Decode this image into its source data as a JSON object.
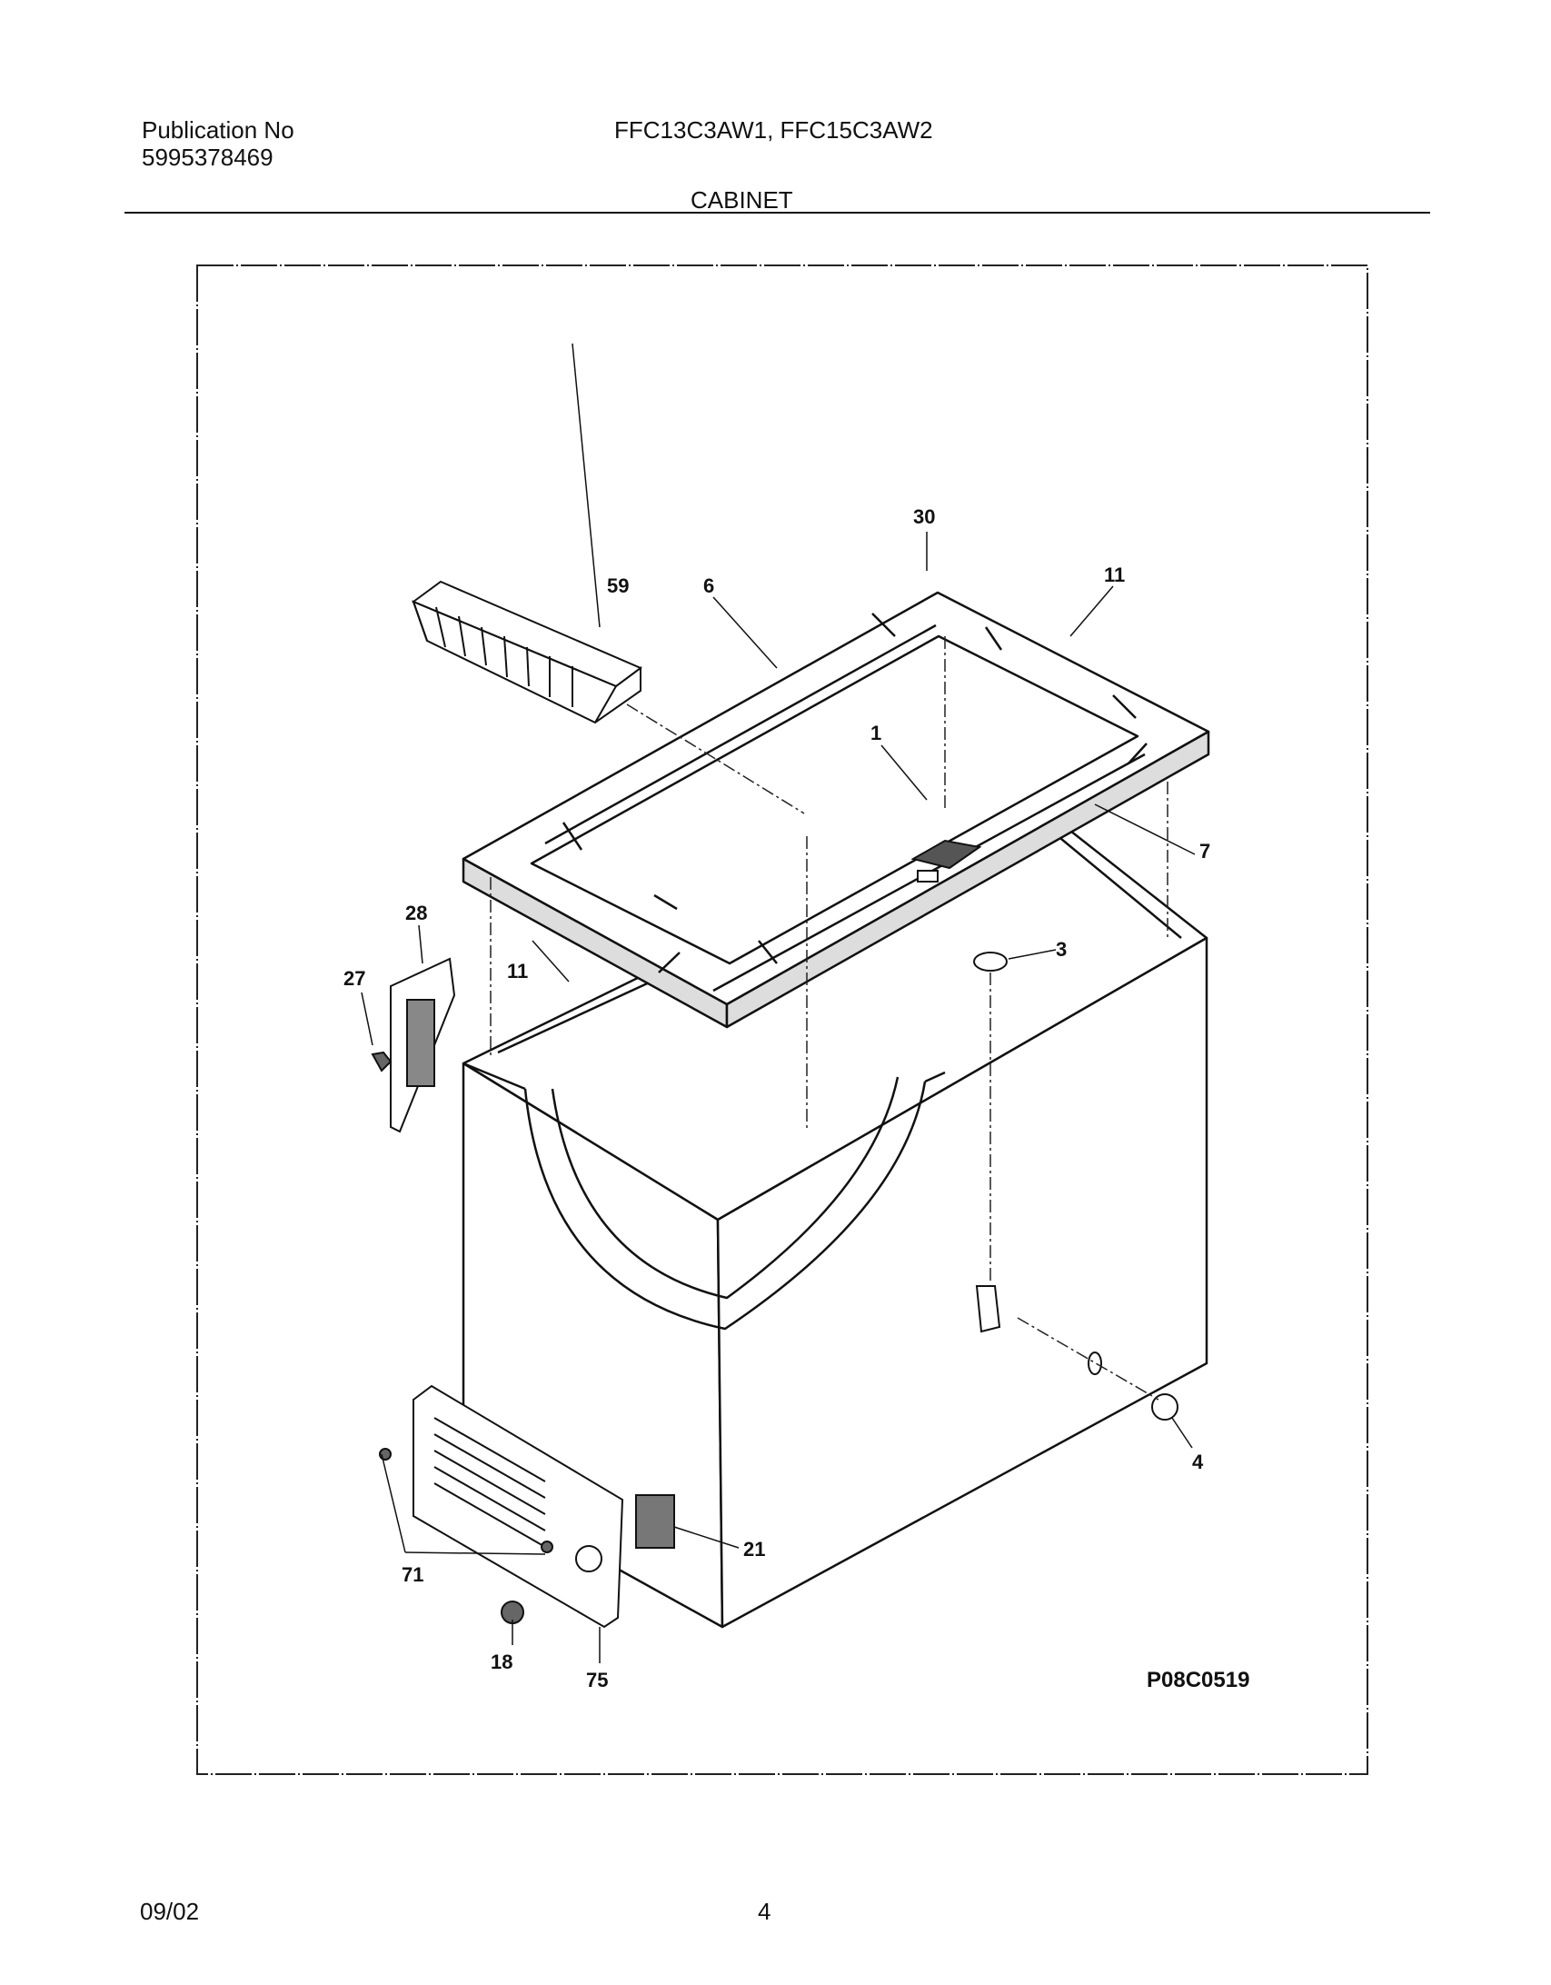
{
  "header": {
    "publication_label": "Publication No",
    "publication_number": "5995378469",
    "models": "FFC13C3AW1, FFC15C3AW2",
    "section_title": "CABINET"
  },
  "diagram": {
    "callouts": {
      "c30": "30",
      "c11a": "11",
      "c59": "59",
      "c6": "6",
      "c1": "1",
      "c7": "7",
      "c28": "28",
      "c27": "27",
      "c11b": "11",
      "c3": "3",
      "c4": "4",
      "c21": "21",
      "c71": "71",
      "c18": "18",
      "c75": "75"
    },
    "drawing_code": "P08C0519"
  },
  "footer": {
    "date": "09/02",
    "page": "4"
  }
}
